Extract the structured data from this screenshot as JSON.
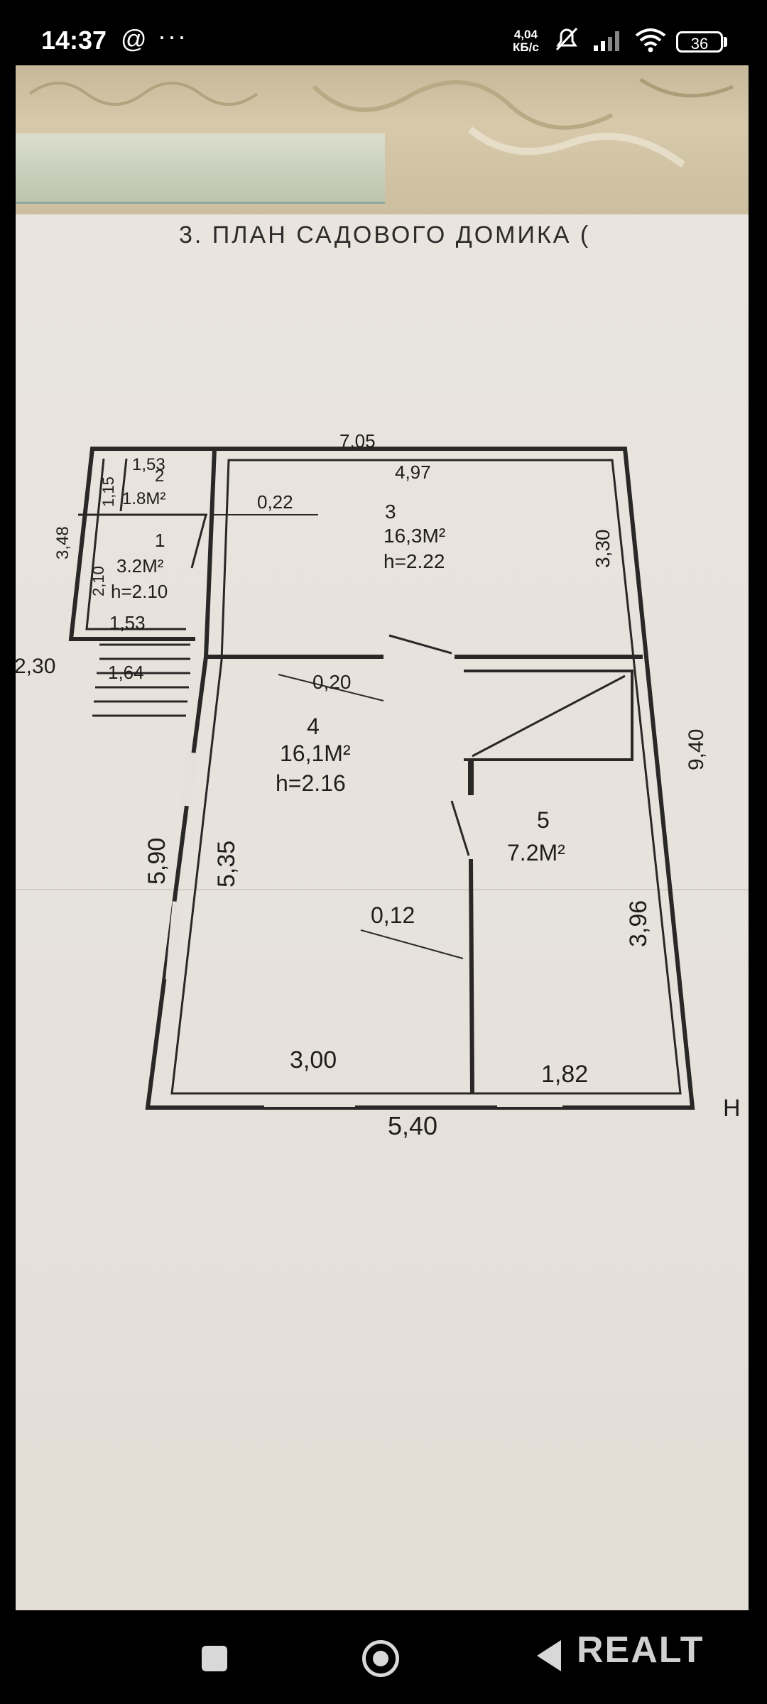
{
  "status_bar": {
    "time": "14:37",
    "at_symbol": "@",
    "more": "···",
    "net_speed_value": "4,04",
    "net_speed_unit": "КБ/с",
    "battery": "36"
  },
  "document": {
    "title": "3. ПЛАН САДОВОГО ДОМИКА (",
    "rooms": [
      {
        "number": "1",
        "area": "3.2М²",
        "height": "h=2.10"
      },
      {
        "number": "2",
        "area": "1.8М²"
      },
      {
        "number": "3",
        "area": "16,3М²",
        "height": "h=2.22"
      },
      {
        "number": "4",
        "area": "16,1М²",
        "height": "h=2.16"
      },
      {
        "number": "5",
        "area": "7.2М²"
      }
    ],
    "dimensions": {
      "top_total": "7,05",
      "room3_width": "4,97",
      "room3_depth": "3,30",
      "total_depth": "9,40",
      "room5_depth": "3,96",
      "room4_depth": "5,35",
      "left_depth": "5,90",
      "room4_width": "3,00",
      "room5_width": "1,82",
      "bottom_total": "5,40",
      "porch_width_top": "1,53",
      "porch_small_height": "1,15",
      "porch_height": "3,48",
      "room1_height": "2,10",
      "porch_width_bottom": "1,53",
      "stairs_width": "1,64",
      "stairs_offset": "2,30",
      "wall_022": "0,22",
      "wall_020": "0,20",
      "wall_012": "0,12",
      "edge_letter": "Н"
    }
  },
  "nav": {
    "watermark": "REALT"
  }
}
